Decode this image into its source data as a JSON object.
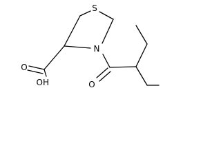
{
  "atoms": {
    "sulfur": "S",
    "nitrogen": "N",
    "carbonyl_oxygen": "O",
    "acid_carbonyl_oxygen": "O",
    "hydroxyl": "OH"
  },
  "colors": {
    "bond": "#000000",
    "label": "#000000",
    "background": "#ffffff"
  }
}
